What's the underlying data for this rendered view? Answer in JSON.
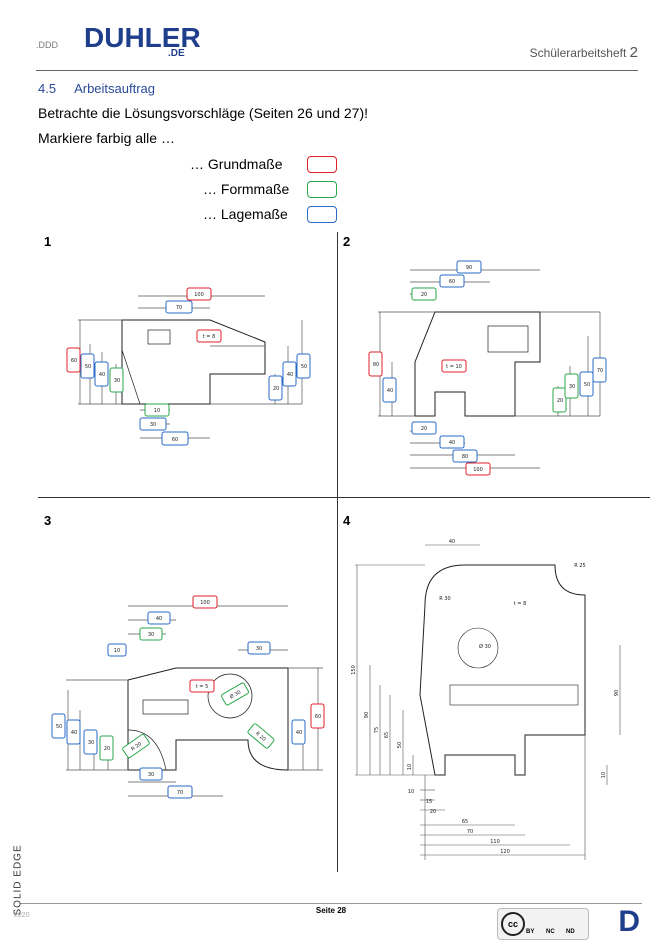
{
  "header": {
    "logo_prefix": ".DDD",
    "logo_main": "DUHLER",
    "logo_tld": ".DE",
    "doc_label": "Schülerarbeitsheft",
    "doc_number": "2"
  },
  "section": {
    "number": "4.5",
    "title": "Arbeitsauftrag"
  },
  "instructions": {
    "line1": "Betrachte die Lösungsvorschläge (Seiten 26 und 27)!",
    "line2": "Markiere farbig alle …"
  },
  "legend": [
    {
      "label": "… Grundmaße",
      "color": "#e0202a"
    },
    {
      "label": "… Formmaße",
      "color": "#2aa84a"
    },
    {
      "label": "… Lagemaße",
      "color": "#2a6ac8"
    }
  ],
  "quadrants": [
    "1",
    "2",
    "3",
    "4"
  ],
  "drawing1": {
    "dims": [
      "100",
      "70",
      "60",
      "50",
      "40",
      "30",
      "10",
      "30",
      "60",
      "20",
      "40",
      "50"
    ],
    "thickness": "t = 8"
  },
  "drawing2": {
    "dims": [
      "90",
      "60",
      "20",
      "80",
      "40",
      "20",
      "40",
      "80",
      "100",
      "20",
      "30",
      "50",
      "70"
    ],
    "thickness": "t = 10"
  },
  "drawing3": {
    "dims": [
      "100",
      "40",
      "30",
      "10",
      "30",
      "50",
      "40",
      "30",
      "20",
      "R 20",
      "30",
      "70",
      "Ø 30",
      "R 20",
      "40",
      "60"
    ],
    "thickness": "t = 5"
  },
  "drawing4": {
    "dims": [
      "40",
      "R 25",
      "R 30",
      "Ø 30",
      "150",
      "90",
      "75",
      "65",
      "50",
      "10",
      "90",
      "10",
      "10",
      "15",
      "20",
      "65",
      "70",
      "110",
      "120"
    ],
    "thickness": "t = 8"
  },
  "footer": {
    "page": "Seite 28",
    "brand": "SOLID EDGE",
    "year": "2020",
    "license": [
      "BY",
      "NC",
      "ND"
    ]
  },
  "colors": {
    "grund": "#e0202a",
    "form": "#2aa84a",
    "lage": "#2a6ac8",
    "accent": "#1f3e8c"
  }
}
